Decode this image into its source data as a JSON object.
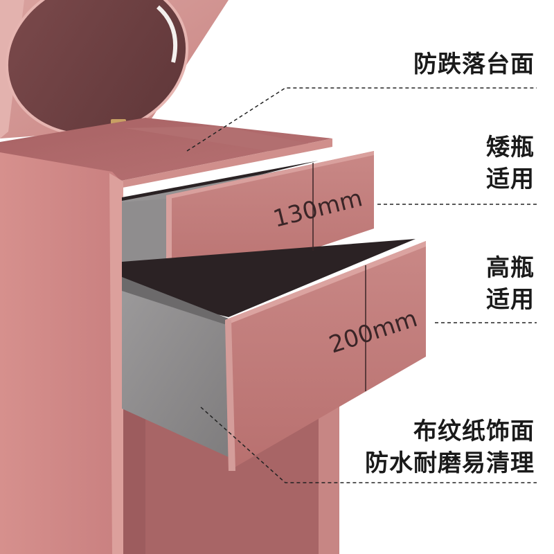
{
  "callouts": {
    "drop_proof_top": "防跌落台面",
    "short_bottle": [
      "矮瓶",
      "适用"
    ],
    "tall_bottle": [
      "高瓶",
      "适用"
    ],
    "fabric_finish": [
      "布纹纸饰面",
      "防水耐磨易清理"
    ]
  },
  "dimensions": {
    "upper_drawer": "130mm",
    "lower_drawer": "200mm"
  },
  "colors": {
    "cabinet_pink": "#c98482",
    "cabinet_shadow": "#8e5356",
    "drawer_lining_gray": "#8d8b8c"
  }
}
